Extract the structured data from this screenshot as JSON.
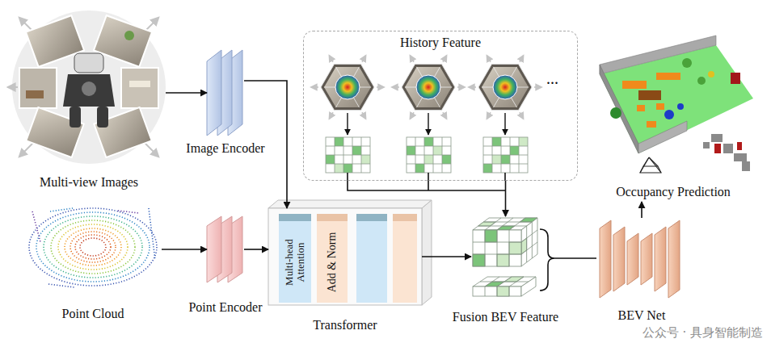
{
  "diagram": {
    "nodes": [
      {
        "text": [
          "Multi-view Images"
        ]
      },
      {
        "text": [
          "Image Encoder"
        ]
      },
      {
        "text": [
          "Point Cloud"
        ]
      },
      {
        "text": [
          "Point Encoder"
        ]
      },
      {
        "text": [
          "History Feature"
        ]
      },
      {
        "text": [
          "Transformer"
        ]
      },
      {
        "text": [
          "Multi-head Attention"
        ],
        "in": 5
      },
      {
        "text": [
          "Add & Norm"
        ],
        "in": 5
      },
      {
        "text": [
          "Fusion BEV Feature"
        ]
      },
      {
        "text": [
          "BEV Net"
        ]
      },
      {
        "text": [
          "Occupancy Prediction"
        ]
      }
    ],
    "edges": [
      {
        "from": 0,
        "to": 1,
        "arrow": "to"
      },
      {
        "from": 1,
        "to": 5,
        "arrow": "to"
      },
      {
        "from": 2,
        "to": 3,
        "arrow": "to"
      },
      {
        "from": 3,
        "to": 5,
        "arrow": "to"
      },
      {
        "from": 5,
        "to": 8,
        "arrow": "to"
      },
      {
        "from": 4,
        "to": 8,
        "arrow": "to"
      },
      {
        "from": 8,
        "to": 9,
        "arrow": "none"
      },
      {
        "from": 9,
        "to": 10,
        "arrow": "to"
      }
    ],
    "labels": [
      "...",
      "公众号 · 具身智能制造"
    ]
  }
}
